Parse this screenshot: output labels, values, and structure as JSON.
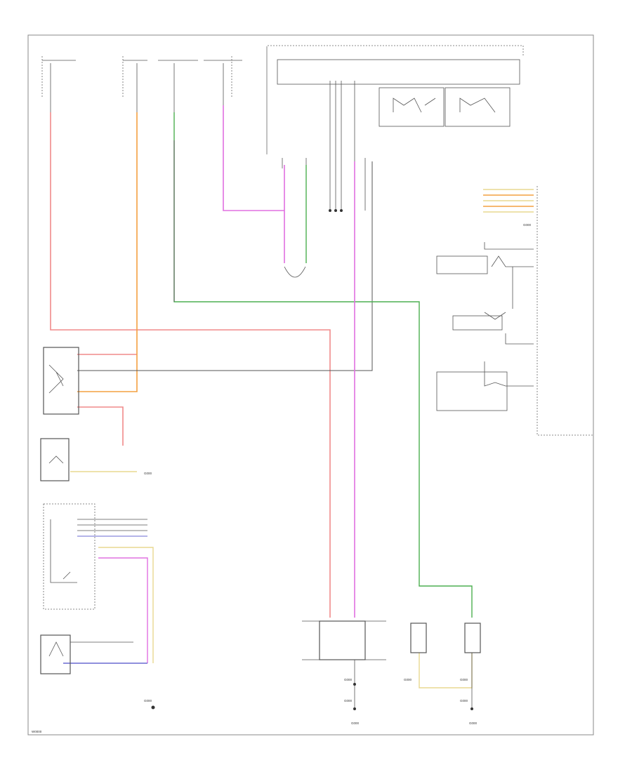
{
  "diagram_code": "W0000",
  "ground_labels": [
    "G000",
    "G000",
    "G000",
    "G000",
    "G000",
    "G000",
    "G000",
    "G000",
    "G000",
    "G000"
  ],
  "colors": {
    "red": "#f08a8a",
    "green": "#4caf50",
    "violet": "#e070e0",
    "dark": "#555555",
    "yellow": "#e8d890",
    "orange": "#f4a040",
    "blue": "#6a6ad0",
    "frame": "#888888"
  }
}
